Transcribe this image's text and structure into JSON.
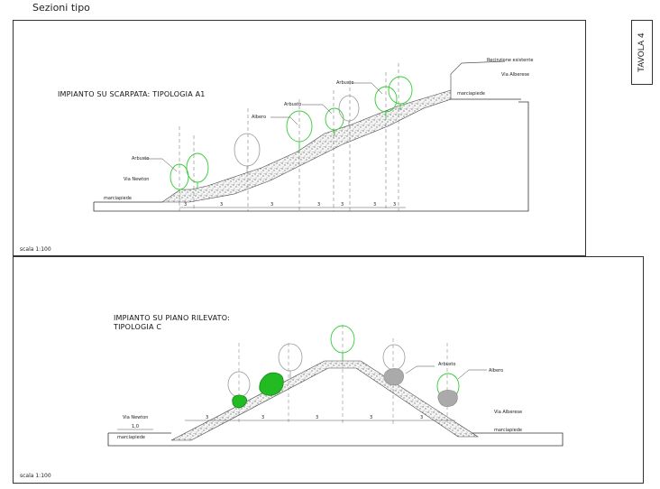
{
  "page": {
    "title": "Sezioni tipo",
    "sheet_label": "TAVOLA 4"
  },
  "section_a": {
    "title": "IMPIANTO SU SCARPATA: TIPOLOGIA A1",
    "scale": "scala 1:100",
    "labels": {
      "arbusto_1": "Arbusto",
      "via_newton": "Via Newton",
      "marciapiede": "marciapiede",
      "albero": "Albero",
      "arbusto_2": "Arbusto",
      "arbusto_3": "Arbusto",
      "recinzione": "Recinzione esistente",
      "via_alberese": "Via Alberese",
      "marciapiede_top": "marciapiede"
    },
    "dims": [
      "3",
      "3",
      "3",
      "3",
      "3",
      "3",
      "3"
    ]
  },
  "section_c": {
    "title_line1": "IMPIANTO SU PIANO RILEVATO:",
    "title_line2": "TIPOLOGIA C",
    "scale": "scala 1:100",
    "labels": {
      "via_newton": "Via Newton",
      "dim_1_0": "1,0",
      "marciapiede_left": "marciapiede",
      "arbusto": "Arbusto",
      "albero": "Albero",
      "via_alberese": "Via Alberese",
      "marciapiede_right": "marciapiede"
    },
    "dims": [
      "3",
      "3",
      "3",
      "3",
      "3"
    ]
  },
  "colors": {
    "line": "#333333",
    "tree_green": "#33cc33",
    "shrub_fill": "#22bb22",
    "shrub_dark": "#118811",
    "existing_grey": "#999999",
    "fill_grey": "#aaaaaa"
  }
}
